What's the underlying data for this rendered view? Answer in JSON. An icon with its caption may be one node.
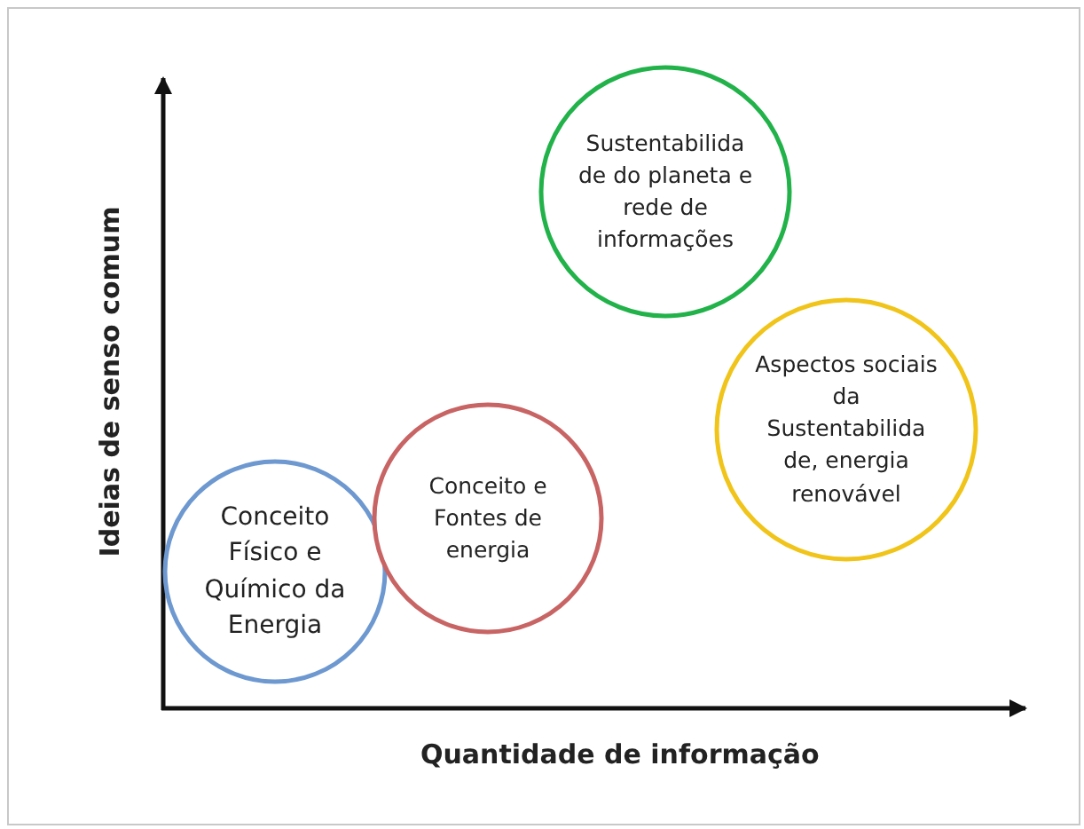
{
  "diagram": {
    "nodes": [
      {
        "text": [
          "Conceito Físico e Químico da Energia"
        ]
      },
      {
        "text": [
          "Conceito e Fontes de energia"
        ]
      },
      {
        "text": [
          "Sustentabilida de do planeta e rede de informações"
        ]
      },
      {
        "text": [
          "Aspectos sociais da Sustentabilida de, energia renovável"
        ]
      }
    ],
    "labels": [
      "Ideias de senso comum",
      "Quantidade de informação"
    ]
  }
}
